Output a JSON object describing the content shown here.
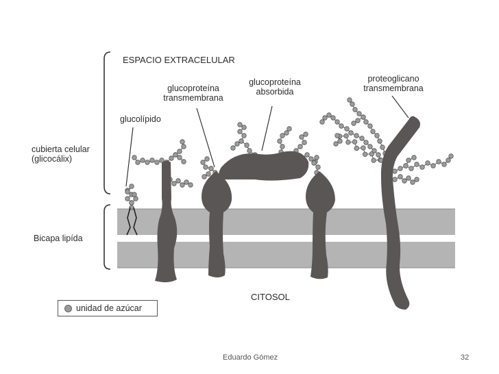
{
  "labels": {
    "extracellular": "ESPACIO EXTRACELULAR",
    "cytosol": "CITOSOL",
    "glycolipid": "glucolípido",
    "tm_glycoprotein": [
      "glucoproteína",
      "transmembrana"
    ],
    "absorbed_glycoprotein": [
      "glucoproteína",
      "absorbida"
    ],
    "tm_proteoglycan": [
      "proteoglicano",
      "transmembrana"
    ],
    "cell_coat": [
      "cubierta celular",
      "(glicocálix)"
    ],
    "bilayer": "Bicapa lipída",
    "legend": "unidad de azúcar"
  },
  "footer": {
    "author": "Eduardo Gómez",
    "page_number": "32"
  },
  "colors": {
    "protein": "#5b5656",
    "membrane": "#b4b4b4",
    "sugar": "#9c9c9c",
    "sugar_stroke": "#5a5a5a"
  }
}
